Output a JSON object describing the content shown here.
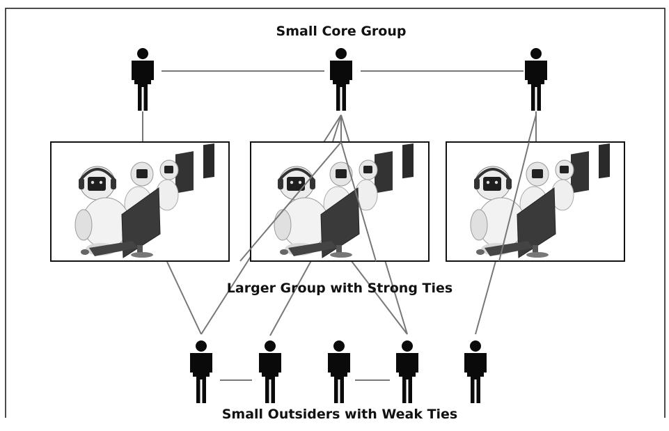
{
  "labels": {
    "core": "Small Core Group",
    "middle": "Larger Group with Strong Ties",
    "outsiders": "Small Outsiders with Weak Ties"
  },
  "colors": {
    "frame": "#111111",
    "link": "#777777",
    "person": "#0a0a0a"
  },
  "nodes": {
    "core_people": [
      "core-person-left",
      "core-person-center",
      "core-person-right"
    ],
    "robot_panels": [
      "robot-panel-left",
      "robot-panel-center",
      "robot-panel-right"
    ],
    "outsiders": [
      "outsider-1",
      "outsider-2",
      "outsider-3",
      "outsider-4",
      "outsider-5"
    ]
  }
}
